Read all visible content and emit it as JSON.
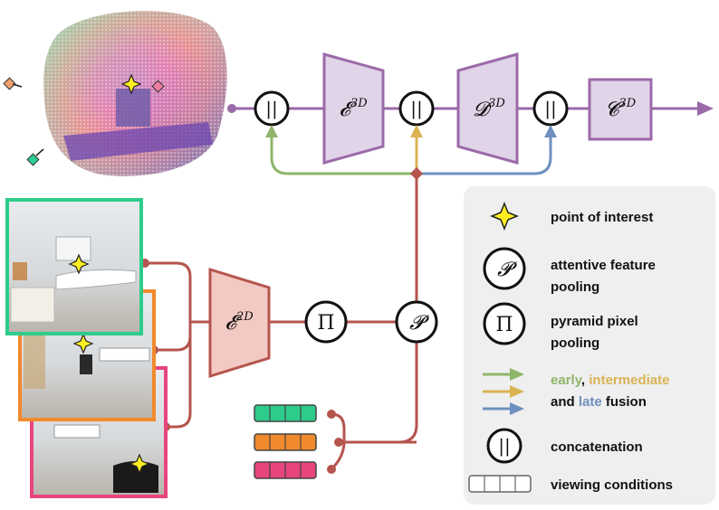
{
  "diagram": {
    "blocks": {
      "encoder_3d": "𝓔",
      "decoder_3d": "𝓓",
      "classifier_3d": "𝓒",
      "superscript_3d": "3D",
      "encoder_2d": "𝓔",
      "superscript_2d": "2D",
      "pyramid_pool_symbol": "Π",
      "attentive_pool_symbol": "𝓟",
      "concat_symbol": "||"
    },
    "colors": {
      "pipeline_3d": "#9b6aa8",
      "block_3d_fill": "#e1d3e8",
      "pipeline_2d": "#b5554d",
      "block_2d_fill": "#f3c9c3",
      "early": "#8fb56a",
      "intermediate": "#d9b352",
      "late": "#6e90c0",
      "frame_green": "#2ecc8a",
      "frame_orange": "#f08a2c",
      "frame_pink": "#e8457f",
      "legend_bg": "#efefef"
    },
    "legend": {
      "point_of_interest": "point of interest",
      "attentive_pooling_line1": "attentive feature",
      "attentive_pooling_line2": "pooling",
      "pyramid_pooling_line1": "pyramid pixel",
      "pyramid_pooling_line2": "pooling",
      "fusion_early": "early",
      "fusion_comma": ",",
      "fusion_intermediate": "intermediate",
      "fusion_and": "and",
      "fusion_late": "late",
      "fusion_word": "fusion",
      "concatenation": "concatenation",
      "viewing_conditions": "viewing conditions"
    }
  }
}
